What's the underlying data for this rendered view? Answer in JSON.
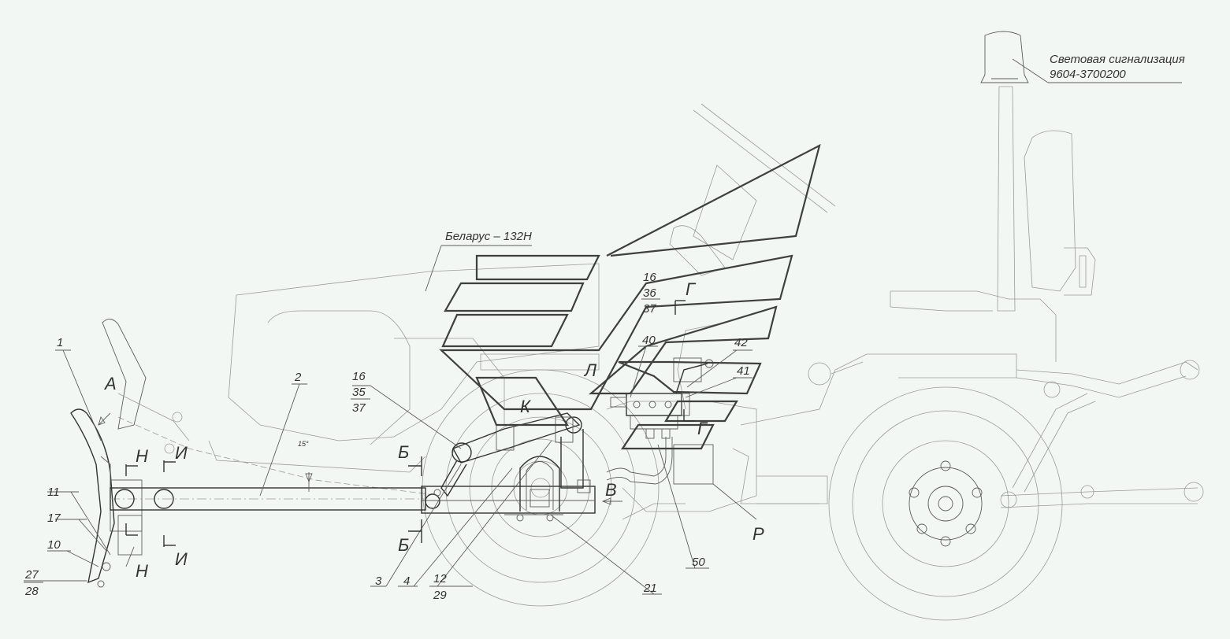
{
  "title_block": {
    "signal_line1": "Световая сигнализация",
    "signal_line2": "9604-3700200",
    "model": "Беларус – 132Н"
  },
  "positions": {
    "p1": "1",
    "p2": "2",
    "p3": "3",
    "p4": "4",
    "p10": "10",
    "p11": "11",
    "p12": "12",
    "p29": "29",
    "p17": "17",
    "p27": "27",
    "p28": "28",
    "p21": "21",
    "p50": "50",
    "p40": "40",
    "p41": "41",
    "p42": "42",
    "p16a": "16",
    "p36": "36",
    "p37a": "37",
    "p16b": "16",
    "p35": "35",
    "p37b": "37"
  },
  "views": {
    "A": "А",
    "B_sec": "Б",
    "V": "В",
    "G": "Г",
    "K": "К",
    "L": "Л",
    "R": "Р",
    "N": "Н",
    "I": "И"
  },
  "angle_label": "15°",
  "colors": {
    "line": "#333333",
    "faint": "#9a9a9a",
    "bg": "#f3f7f3"
  }
}
